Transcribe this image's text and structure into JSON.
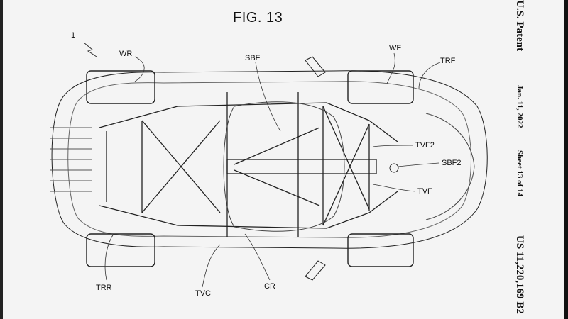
{
  "figure": {
    "title": "FIG. 13",
    "reference_number": "1"
  },
  "labels": {
    "wr": "WR",
    "sbf": "SBF",
    "wf": "WF",
    "trf": "TRF",
    "tvf2": "TVF2",
    "sbf2": "SBF2",
    "tvf": "TVF",
    "trr": "TRR",
    "tvc": "TVC",
    "cr": "CR"
  },
  "header": {
    "office": "U.S. Patent",
    "date": "Jan. 11, 2022",
    "sheet": "Sheet 13 of 14",
    "patent_number": "US 11,220,169 B2"
  }
}
